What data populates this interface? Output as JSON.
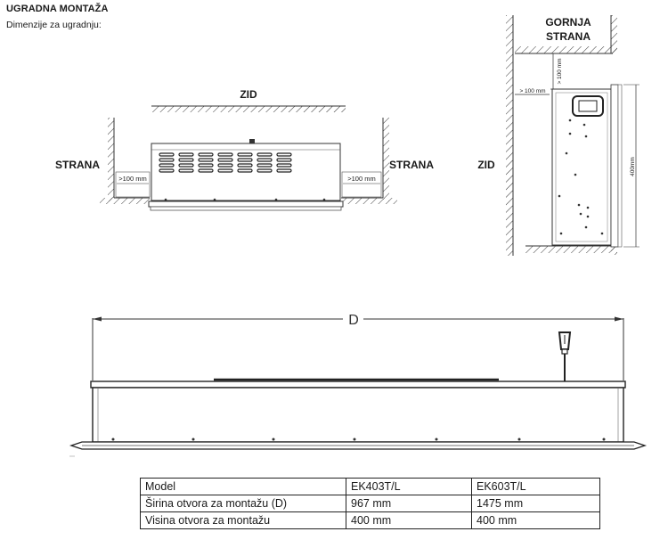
{
  "header": {
    "title": "UGRADNA MONTAŽA",
    "subtitle": "Dimenzije za ugradnju:"
  },
  "front_view": {
    "wall_label": "ZID",
    "side_left_label": "STRANA",
    "side_right_label": "STRANA",
    "clearance_left": ">100 mm",
    "clearance_right": ">100 mm"
  },
  "side_view": {
    "top_label_line1": "GORNJA",
    "top_label_line2": "STRANA",
    "wall_label": "ZID",
    "clearance_top": "> 100 mm",
    "clearance_left": "> 100 mm",
    "height_label": "400mm"
  },
  "bottom_view": {
    "dimension_label": "D"
  },
  "table": {
    "header": [
      "Model",
      "EK403T/L",
      "EK603T/L"
    ],
    "rows": [
      [
        "Širina otvora za montažu (D)",
        "967 mm",
        "1475 mm"
      ],
      [
        "Visina otvora za montažu",
        "400 mm",
        "400 mm"
      ]
    ]
  }
}
